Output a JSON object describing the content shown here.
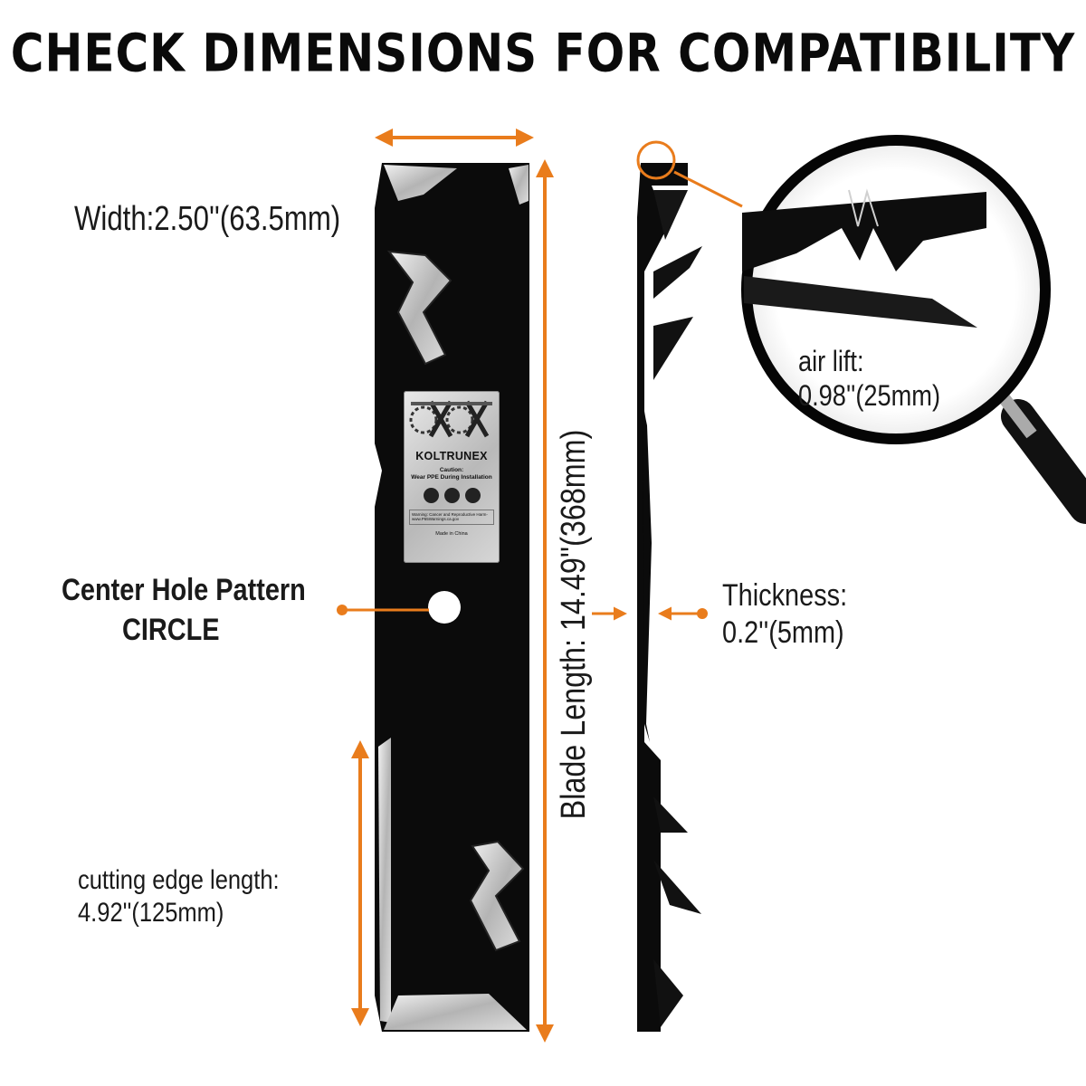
{
  "title": "CHECK DIMENSIONS FOR COMPATIBILITY",
  "labels": {
    "width": "Width:2.50''(63.5mm)",
    "center_hole_pattern": "Center Hole Pattern",
    "center_hole_shape": "CIRCLE",
    "cutting_edge_label": "cutting edge length:",
    "cutting_edge_value": "4.92''(125mm)",
    "air_lift_label": "air lift:",
    "air_lift_value": "0.98''(25mm)",
    "thickness_label": "Thickness:",
    "thickness_value": "0.2''(5mm)",
    "blade_length": "Blade Length: 14.49''(368mm)"
  },
  "plate": {
    "brand": "KOLTRUNEX",
    "caution": "Caution:",
    "caution_text": "Wear PPE During Installation",
    "warning": "Warning: Cancer and Reproductive Harm-www.P65Warnings.ca.gov",
    "made_in": "Made in China"
  },
  "colors": {
    "accent": "#e97c1c",
    "blade": "#0b0b0b",
    "edge": "#c8c8c8"
  }
}
